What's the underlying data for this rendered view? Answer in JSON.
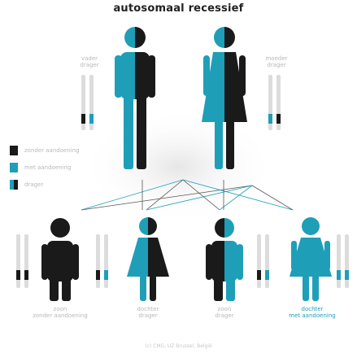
{
  "title": "autosomaal recessief",
  "colors": {
    "affected": "#1f9eb8",
    "unaffected": "#1a1a1a",
    "chromosome": "#d8d8d8"
  },
  "parents": [
    {
      "line1": "vader",
      "line2": "drager"
    },
    {
      "line1": "moeder",
      "line2": "drager"
    }
  ],
  "legend": [
    {
      "label": "zonder aandoening",
      "icon": "black-square"
    },
    {
      "label": "met aandoening",
      "icon": "blue-square"
    },
    {
      "label": "drager",
      "icon": "half-square"
    }
  ],
  "children": [
    {
      "line1": "zoon",
      "line2": "zonder aandoening",
      "highlight": false
    },
    {
      "line1": "dochter",
      "line2": "drager",
      "highlight": false
    },
    {
      "line1": "zoon",
      "line2": "drager",
      "highlight": false
    },
    {
      "line1": "dochter",
      "line2": "met aandoening",
      "highlight": true
    }
  ],
  "copyright": "(c) CMG, UZ Brussel, België"
}
